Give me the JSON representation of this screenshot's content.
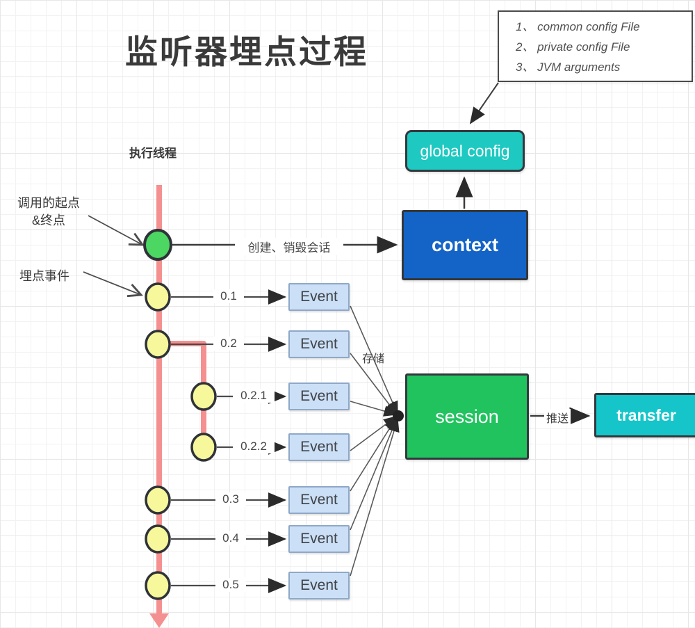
{
  "title": "监听器埋点过程",
  "note": {
    "items": [
      "1、 common config File",
      "2、 private config File",
      "3、 JVM arguments"
    ]
  },
  "labels": {
    "thread": "执行线程",
    "call_start_line1": "调用的起点",
    "call_start_line2": "&终点",
    "track_event": "埋点事件",
    "create_destroy": "创建、销毁会话",
    "store": "存储",
    "push": "推送"
  },
  "nodes": {
    "global_config": "global config",
    "context": "context",
    "session": "session",
    "transfer": "transfer"
  },
  "events": [
    {
      "tag": "0.1",
      "label": "Event"
    },
    {
      "tag": "0.2",
      "label": "Event"
    },
    {
      "tag": "0.2.1",
      "label": "Event"
    },
    {
      "tag": "0.2.2",
      "label": "Event"
    },
    {
      "tag": "0.3",
      "label": "Event"
    },
    {
      "tag": "0.4",
      "label": "Event"
    },
    {
      "tag": "0.5",
      "label": "Event"
    }
  ],
  "colors": {
    "timeline_pink": "#f59090",
    "start_node_green": "#4cd763",
    "event_node_yellow": "#f7f79b",
    "global_config_teal": "#1ec9c1",
    "context_blue": "#1463c7",
    "session_green": "#21c35f",
    "transfer_cyan": "#15c5c9",
    "event_box_blue": "#cbdff6"
  }
}
